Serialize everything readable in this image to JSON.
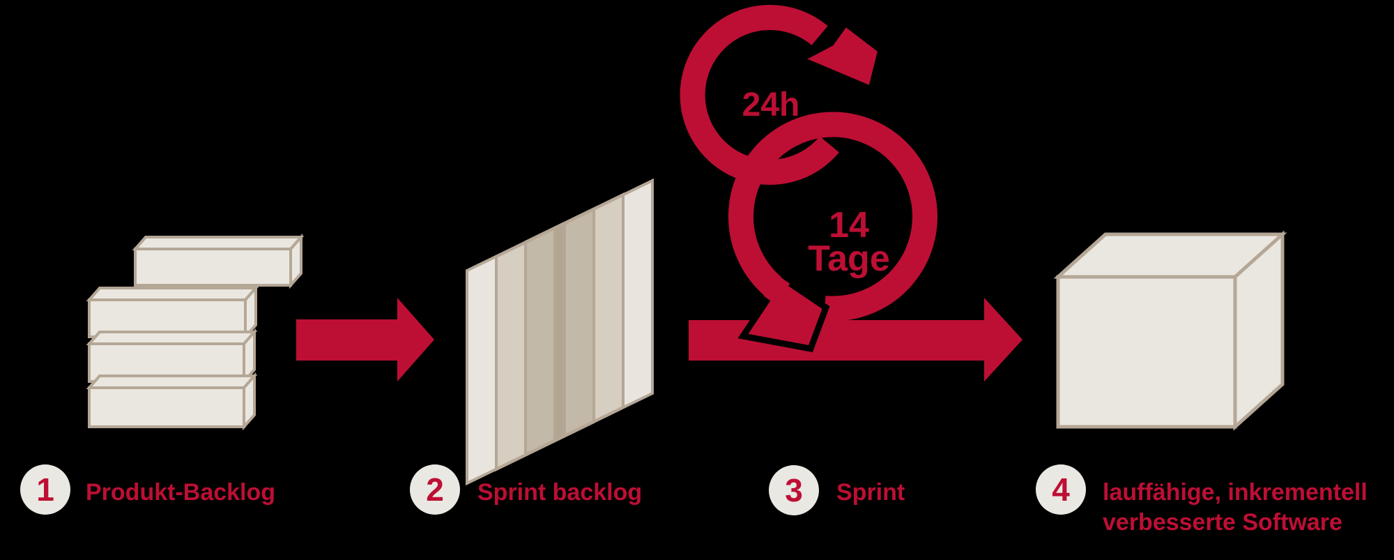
{
  "diagram_title": "Scrum process diagram",
  "colors": {
    "background": "#000000",
    "accent_red": "#bd0f34",
    "shape_cream": "#eae7e0",
    "shape_border_tan": "#b5a796",
    "badge_cream": "#e9e8e2",
    "panel_overlap_1": "#e9e5de",
    "panel_overlap_2": "#d5cec1",
    "panel_overlap_3": "#c3b9a8",
    "panel_overlap_4": "#b2a692"
  },
  "sprint_loop": {
    "daily": "24h",
    "duration_line1": "14",
    "duration_line2": "Tage"
  },
  "steps": [
    {
      "number": "1",
      "lines": [
        "Produkt-Backlog"
      ]
    },
    {
      "number": "2",
      "lines": [
        "Sprint backlog"
      ]
    },
    {
      "number": "3",
      "lines": [
        "Sprint"
      ]
    },
    {
      "number": "4",
      "lines": [
        "lauffähige, inkrementell",
        "verbesserte Software"
      ]
    }
  ],
  "icons": [
    "product-backlog-stack-icon",
    "arrow-right-icon",
    "sprint-backlog-panels-icon",
    "sprint-loop-icon",
    "timeline-arrow-icon",
    "software-cube-icon"
  ]
}
